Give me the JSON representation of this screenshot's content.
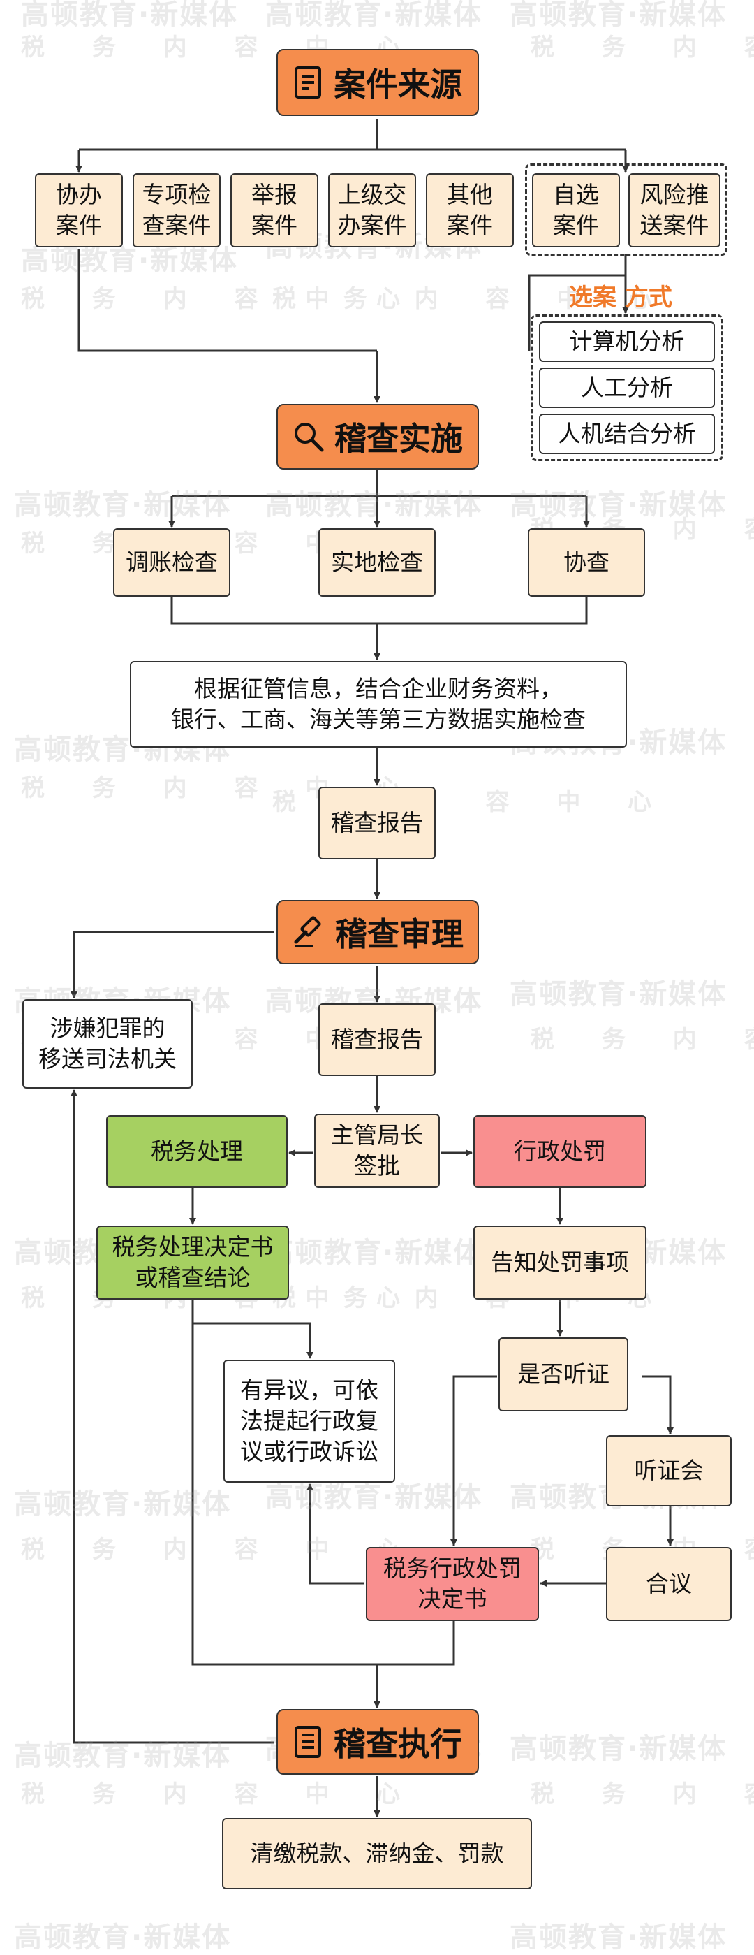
{
  "watermark": {
    "brand": "高顿教育·新媒体",
    "center": "税 务 内 容 中 心"
  },
  "headers": {
    "source": "案件来源",
    "implement": "稽查实施",
    "review": "稽查审理",
    "execute": "稽查执行"
  },
  "sources": {
    "items": [
      "协办\n案件",
      "专项检\n查案件",
      "举报\n案件",
      "上级交\n办案件",
      "其他\n案件"
    ],
    "selected": [
      "自选\n案件",
      "风险推\n送案件"
    ]
  },
  "selection": {
    "title": "选案 方式",
    "methods": [
      "计算机分析",
      "人工分析",
      "人机结合分析"
    ]
  },
  "checks": [
    "调账检查",
    "实地检查",
    "协查"
  ],
  "basis": "根据征管信息，结合企业财务资料，\n银行、工商、海关等第三方数据实施检查",
  "report1": "稽查报告",
  "criminal": "涉嫌犯罪的\n移送司法机关",
  "report2": "稽查报告",
  "director": "主管局长\n签批",
  "tax_handle": "税务处理",
  "tax_decision": "税务处理决定书\n或稽查结论",
  "admin_penalty": "行政处罚",
  "notify": "告知处罚事项",
  "hearing_q": "是否听证",
  "hearing": "听证会",
  "deliberation": "合议",
  "objection": "有异议，可依\n法提起行政复\n议或行政诉讼",
  "penalty_decision": "税务行政处罚\n决定书",
  "final": "清缴税款、滞纳金、罚款",
  "colors": {
    "header": "#f58d4d",
    "node": "#fdebd3",
    "green": "#a6d061",
    "pink": "#f98f8f",
    "accent": "#f07a2a"
  },
  "icons": [
    "document-icon",
    "magnifier-icon",
    "gavel-icon",
    "checklist-icon"
  ]
}
